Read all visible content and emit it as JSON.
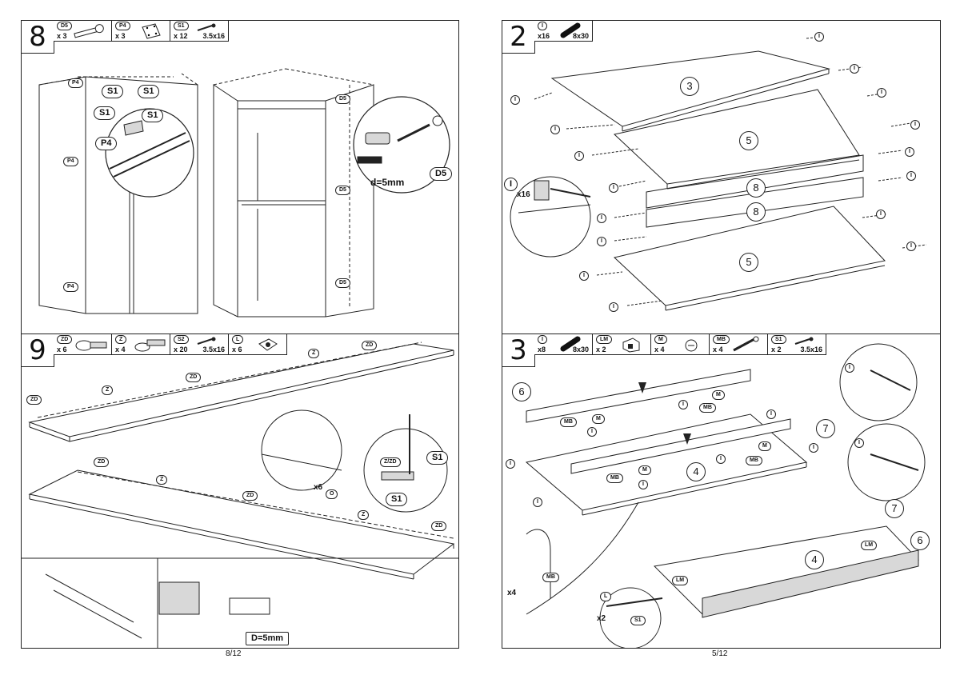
{
  "pages": {
    "left_number": "8/12",
    "right_number": "5/12"
  },
  "step8": {
    "number": "8",
    "parts": [
      {
        "code": "D5",
        "qty": "x 3",
        "spec": ""
      },
      {
        "code": "P4",
        "qty": "x 3",
        "spec": ""
      },
      {
        "code": "S1",
        "qty": "x 12",
        "spec": "3.5x16"
      }
    ],
    "callouts": {
      "p4": "P4",
      "s1": "S1",
      "d5": "D5",
      "drill": "d=5mm"
    }
  },
  "step9": {
    "number": "9",
    "parts": [
      {
        "code": "ZD",
        "qty": "x 6",
        "spec": ""
      },
      {
        "code": "Z",
        "qty": "x 4",
        "spec": ""
      },
      {
        "code": "S2",
        "qty": "x 20",
        "spec": "3.5x16"
      },
      {
        "code": "L",
        "qty": "x 6",
        "spec": ""
      }
    ],
    "callouts": {
      "zd": "ZD",
      "z": "Z",
      "s1": "S1",
      "zzd": "Z/ZD",
      "o": "O",
      "x6": "x6",
      "drill": "D=5mm"
    }
  },
  "step2": {
    "number": "2",
    "parts": [
      {
        "code": "I",
        "qty": "x16",
        "spec": "8x30"
      }
    ],
    "callouts": {
      "i": "I",
      "x16": "x16"
    },
    "panels": [
      "3",
      "5",
      "8",
      "8",
      "5"
    ]
  },
  "step3": {
    "number": "3",
    "parts": [
      {
        "code": "I",
        "qty": "x8",
        "spec": "8x30"
      },
      {
        "code": "LM",
        "qty": "x 2",
        "spec": ""
      },
      {
        "code": "M",
        "qty": "x 4",
        "spec": ""
      },
      {
        "code": "MB",
        "qty": "x 4",
        "spec": ""
      },
      {
        "code": "S1",
        "qty": "x 2",
        "spec": "3.5x16"
      }
    ],
    "callouts": {
      "i": "I",
      "m": "M",
      "mb": "MB",
      "lm": "LM",
      "l": "L",
      "s1": "S1",
      "x4": "x4",
      "x2": "x2"
    },
    "panels": [
      "6",
      "7",
      "4",
      "7",
      "6",
      "4"
    ]
  },
  "colors": {
    "ink": "#222222",
    "paper": "#ffffff",
    "shade": "#d8d8d8"
  }
}
